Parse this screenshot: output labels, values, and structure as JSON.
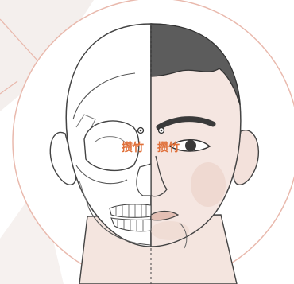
{
  "acupoints": [
    {
      "label": "攒竹",
      "side": "left"
    },
    {
      "label": "攒竹",
      "side": "right"
    }
  ],
  "colors": {
    "label": "#e0703a",
    "outline": "#444444",
    "skin": "#f6e9e4",
    "skin_shadow": "#e9cfc7",
    "hair": "#5a5a5a",
    "bone": "#ffffff",
    "frame": "#e9b9ad",
    "backdrop": "#f2ece9"
  }
}
